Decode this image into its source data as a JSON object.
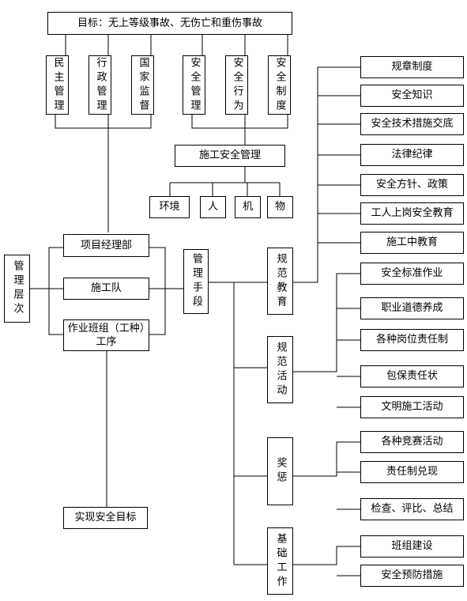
{
  "goal": "目标：无上等级事故、无伤亡和重伤事故",
  "supervision": [
    "民主管理",
    "行政管理",
    "国家监督"
  ],
  "safety_pillars": [
    "安全管理",
    "安全行为",
    "安全制度"
  ],
  "construction_safety": "施工安全管理",
  "elements": [
    "环境",
    "人",
    "机",
    "物"
  ],
  "management_levels_label": "管理层次",
  "levels": {
    "project_dept": "项目经理部",
    "construction_team": "施工队",
    "work_group": "作业班组（工种）工序"
  },
  "management_means": "管理手段",
  "achieve_goal": "实现安全目标",
  "means": [
    {
      "label": "规范教育",
      "items": [
        "规章制度",
        "安全知识",
        "安全技术措施交底",
        "法律纪律",
        "安全方针、政策",
        "工人上岗安全教育",
        "施工中教育"
      ]
    },
    {
      "label": "规范活动",
      "items": [
        "安全标准作业",
        "职业道德养成",
        "各种岗位责任制",
        "包保责任状",
        "文明施工活动"
      ]
    },
    {
      "label": "奖惩",
      "items": [
        "各种竞赛活动",
        "责任制兑现",
        "检查、评比、总结"
      ]
    },
    {
      "label": "基础工作",
      "items": [
        "班组建设",
        "安全预防措施"
      ]
    }
  ]
}
